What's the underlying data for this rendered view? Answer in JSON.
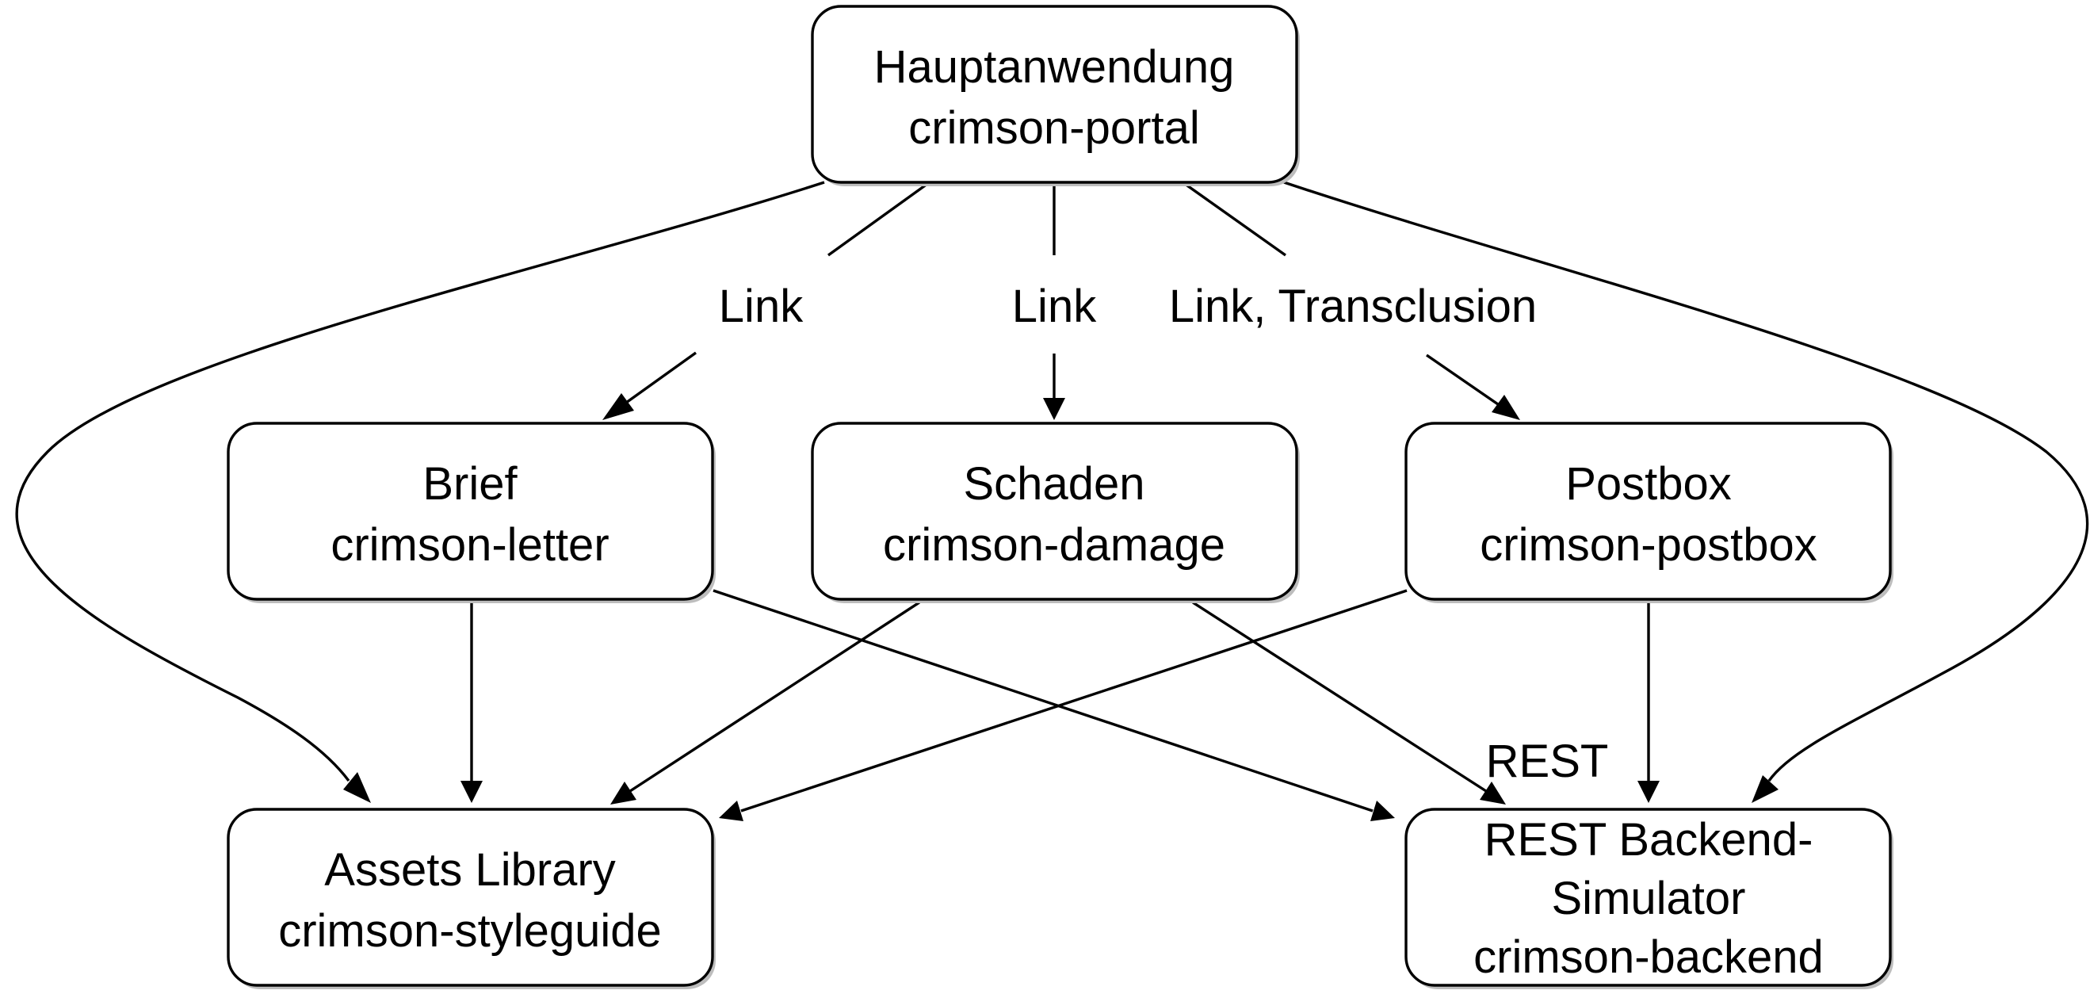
{
  "nodes": {
    "portal": {
      "line1": "Hauptanwendung",
      "line2": "crimson-portal"
    },
    "letter": {
      "line1": "Brief",
      "line2": "crimson-letter"
    },
    "damage": {
      "line1": "Schaden",
      "line2": "crimson-damage"
    },
    "postbox": {
      "line1": "Postbox",
      "line2": "crimson-postbox"
    },
    "styleguide": {
      "line1": "Assets Library",
      "line2": "crimson-styleguide"
    },
    "backend": {
      "line1": "REST Backend-",
      "line2": "Simulator",
      "line3": "crimson-backend"
    }
  },
  "edge_labels": {
    "portal_letter": "Link",
    "portal_damage": "Link",
    "portal_postbox": "Link, Transclusion",
    "to_backend": "REST"
  }
}
